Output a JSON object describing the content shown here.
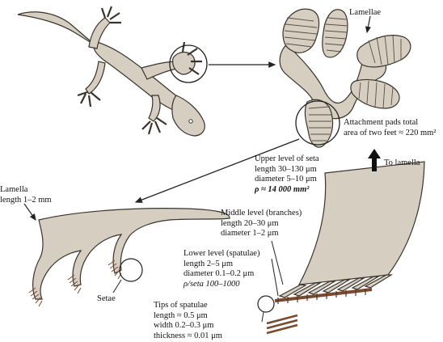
{
  "labels": {
    "lamellae": "Lamellae",
    "attachment": [
      "Attachment pads total",
      "area of two feet ≈ 220 mm²"
    ],
    "upper_seta": [
      "Upper level of seta",
      "length 30–130 μm",
      "diameter 5–10 μm",
      "ρ ≈ 14 000 mm²"
    ],
    "to_lamella": "To lamella",
    "lamella": [
      "Lamella",
      "length 1–2 mm"
    ],
    "middle_level": [
      "Middle level (branches)",
      "length 20–30 μm",
      "diameter 1–2 μm"
    ],
    "lower_level": [
      "Lower level (spatulae)",
      "length 2–5 μm",
      "diameter 0.1–0.2 μm",
      "ρ/seta 100–1000"
    ],
    "setae": "Setae",
    "tips": [
      "Tips of spatulae",
      "length ≈ 0.5 μm",
      "width 0.2–0.3 μm",
      "thickness ≈ 0.01 μm"
    ]
  },
  "colors": {
    "fill": "#d6cec0",
    "outline": "#3a332b",
    "spatula": "#7a4a30"
  }
}
